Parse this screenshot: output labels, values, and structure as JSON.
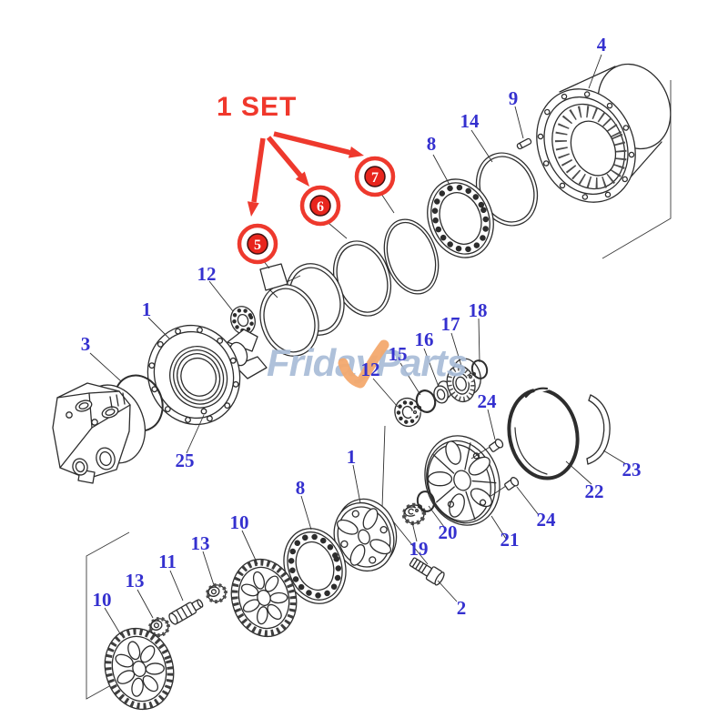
{
  "diagram": {
    "annotation": {
      "label": "1 SET",
      "color": "#ee392d"
    },
    "set_markers": [
      {
        "number": "5"
      },
      {
        "number": "6"
      },
      {
        "number": "7"
      }
    ],
    "part_labels": [
      {
        "id": "housing-4",
        "text": "4"
      },
      {
        "id": "pin-9",
        "text": "9"
      },
      {
        "id": "ring-14",
        "text": "14"
      },
      {
        "id": "bearing-8-upper",
        "text": "8"
      },
      {
        "id": "bearing-12-upper",
        "text": "12"
      },
      {
        "id": "hub-1-upper",
        "text": "1"
      },
      {
        "id": "oring-3",
        "text": "3"
      },
      {
        "id": "bolt-25",
        "text": "25"
      },
      {
        "id": "snapring-18",
        "text": "18"
      },
      {
        "id": "hub-17",
        "text": "17"
      },
      {
        "id": "collar-16",
        "text": "16"
      },
      {
        "id": "snapring-15",
        "text": "15"
      },
      {
        "id": "bearing-12-mid",
        "text": "12"
      },
      {
        "id": "bolt-24-upper",
        "text": "24"
      },
      {
        "id": "ring-22",
        "text": "22"
      },
      {
        "id": "ring-23",
        "text": "23"
      },
      {
        "id": "bolt-24-lower",
        "text": "24"
      },
      {
        "id": "wheel-21",
        "text": "21"
      },
      {
        "id": "snapring-20",
        "text": "20"
      },
      {
        "id": "nut-19",
        "text": "19"
      },
      {
        "id": "bolt-2",
        "text": "2"
      },
      {
        "id": "carrier-1",
        "text": "1"
      },
      {
        "id": "bearing-8-lower",
        "text": "8"
      },
      {
        "id": "gear-10-right",
        "text": "10"
      },
      {
        "id": "nut-13-right",
        "text": "13"
      },
      {
        "id": "shaft-11",
        "text": "11"
      },
      {
        "id": "nut-13-left",
        "text": "13"
      },
      {
        "id": "gear-10-left",
        "text": "10"
      }
    ],
    "watermark": {
      "first": "Friday",
      "second": "Parts",
      "text_color": "#a9bdd8",
      "check_color": "#f3a96e"
    },
    "colors": {
      "label_blue": "#3430cf",
      "annotation_red": "#ee392d",
      "line": "#2d2d2d"
    }
  }
}
